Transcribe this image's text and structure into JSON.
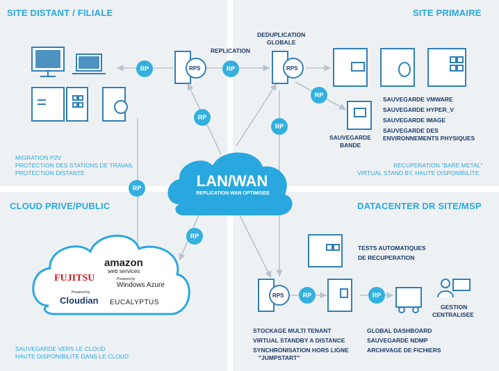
{
  "quadrants": {
    "top_left_title": "SITE DISTANT / FILIALE",
    "top_right_title": "SITE PRIMAIRE",
    "bottom_left_title": "CLOUD PRIVE/PUBLIC",
    "bottom_right_title": "DATACENTER DR SITE/MSP"
  },
  "labels": {
    "replication": "REPLICATION",
    "dedup": [
      "DEDUPLICATION",
      "GLOBALE"
    ],
    "rps": "RPS",
    "rp": "RP",
    "lan_wan": "LAN/WAN",
    "lan_wan_sub": "REPLICATION WAN OPTIMISEE",
    "sauvegarde_bande": [
      "SAUVEGARDE",
      "BANDE"
    ],
    "gestion": [
      "GESTION",
      "CENTRALISEE"
    ],
    "tests": [
      "TESTS AUTOMATIQUES",
      "DE RECUPERATION"
    ]
  },
  "primary_list": [
    "SAUVEGARDE VMWARE",
    "SAUVEGARDE HYPER_V",
    "SAUVEGARDE IMAGE",
    "SAUVEGARDE DES",
    "ENVIRONNEMENTS PHYSIQUES"
  ],
  "remote_notes": [
    "MIGRATION P2V",
    "PROTECTION DES STATIONS DE TRAVAIL",
    "PROTECTION DISTANTE"
  ],
  "primary_notes": [
    "RECUPERATION \"BARE METAL\"",
    "VIRTUAL STAND BY, HAUTE DISPONIBILITE"
  ],
  "cloud_notes": [
    "SAUVEGARDE VERS LE CLOUD",
    "HAUTE DISPONIBILITE DANS LE CLOUD"
  ],
  "dr_list_left": [
    "STOCKAGE MULTI TENANT",
    "VIRTUAL STANDBY A DISTANCE",
    "SYNCHRONISATION HORS LIGNE",
    "\"JUMPSTART\""
  ],
  "dr_list_right": [
    "GLOBAL DASHBOARD",
    "SAUVEGARDE NDMP",
    "ARCHIVAGE DE FICHIERS"
  ],
  "cloud_logos": {
    "amazon": "amazon",
    "amazon_sub": "web services",
    "fujitsu": "FUJITSU",
    "azure_small": "Powered by",
    "azure": "Windows Azure",
    "cloudian_small": "Powered by",
    "cloudian": "Cloudian",
    "eucalyptus": "EUCALYPTUS"
  },
  "colors": {
    "accent": "#29a8df",
    "dark": "#1b3a66",
    "panel": "#eef1f4"
  }
}
